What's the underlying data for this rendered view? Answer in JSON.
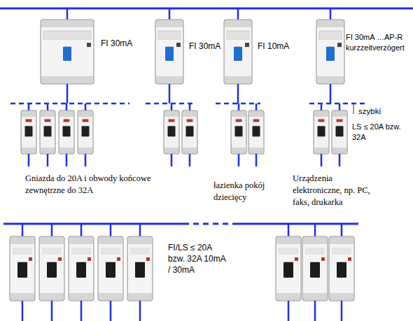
{
  "diagram": {
    "labels": [
      "FI 30mA",
      "FI 30mA",
      "FI 10mA",
      "FI 30mA …AP-R kurzzeitverzögert",
      "szybki",
      "LS ≤ 20A bzw. 32A",
      "Gniazda do 20A i obwody końcowe zewnętrzne do 32A",
      "łazienka pokój dziecięcy",
      "Urządzenia elektroniczne, np. PC, faks, drukarka",
      "FI/LS ≤ 20A bzw. 32A 10mA / 30mA"
    ]
  }
}
